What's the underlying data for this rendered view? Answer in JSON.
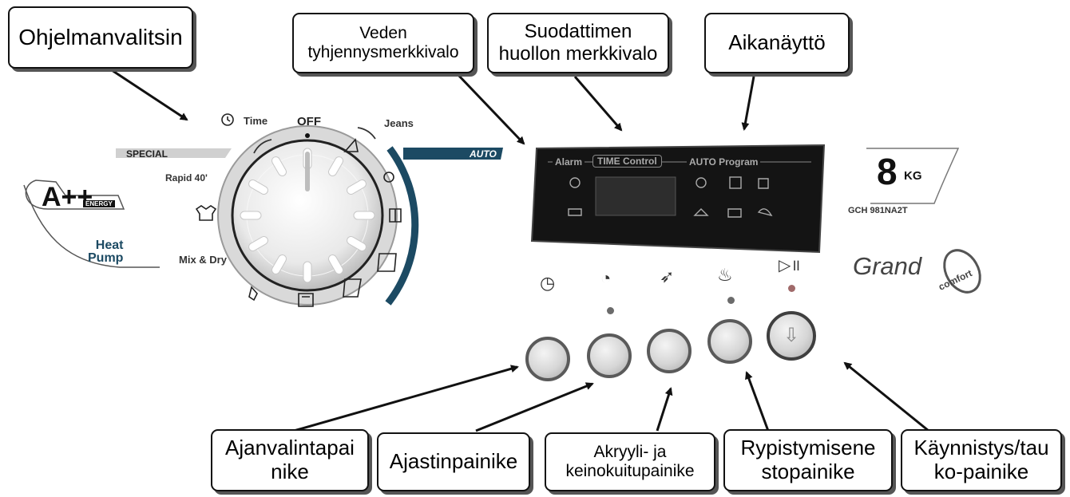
{
  "callouts": {
    "program_selector": "Ohjelmanvalitsin",
    "drain_indicator": "Veden\ntyhjennysmerkkivalo",
    "filter_indicator": "Suodattimen\nhuollon merkkivalo",
    "time_display": "Aikanäyttö",
    "time_select_button": "Ajanvalintapai\nnike",
    "timer_button": "Ajastinpainike",
    "acrylic_button": "Akryyli- ja\nkeinokuitupainike",
    "anti_crease_button": "Rypistymisene\nstopainike",
    "start_pause_button": "Käynnistys/tau\nko-painike"
  },
  "dial": {
    "time": "Time",
    "off": "OFF",
    "jeans": "Jeans",
    "special": "SPECIAL",
    "auto": "AUTO",
    "rapid": "Rapid 40'",
    "mix_dry": "Mix & Dry"
  },
  "display": {
    "alarm": "Alarm",
    "time_control": "TIME Control",
    "auto_program": "AUTO Program"
  },
  "branding": {
    "energy": "A++",
    "energy_sub": "ENERGY",
    "heat_pump": "Heat\nPump",
    "capacity": "8",
    "capacity_unit": "KG",
    "model": "GCH 981NA2T",
    "grand": "Grand",
    "comfort": "comfort"
  },
  "colors": {
    "auto_band": "#1c4a63",
    "display_bg": "#141414"
  }
}
